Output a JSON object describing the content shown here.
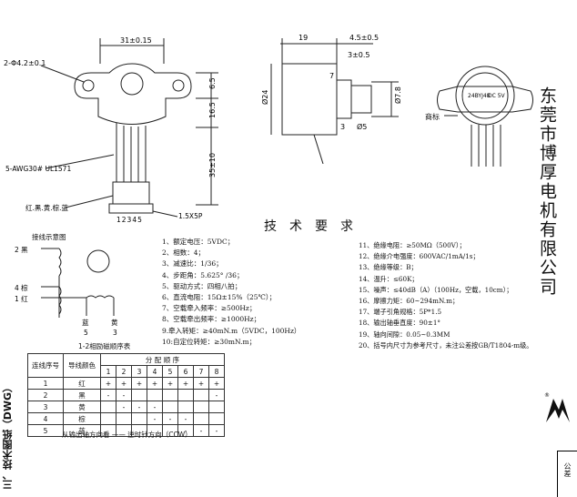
{
  "company": "东莞市博厚电机有限公司",
  "section_label": "三、技术图纸（DWG）",
  "corner_label": "公差",
  "front_view": {
    "dim_width": "31±0.15",
    "dim_holes": "2-Φ4.2±0.1",
    "dim_6_5": "6.5",
    "dim_16_5": "16.5",
    "dim_35": "35±10",
    "wire_spec": "5-AWG30# UL1571",
    "wire_colors": "红.黑.黄.棕.蓝",
    "connector": "1.5X5P",
    "pins": "12345"
  },
  "side_view": {
    "dim_19": "19",
    "dim_4_5": "4.5±0.5",
    "dim_3": "3±0.5",
    "dim_7": "7",
    "dim_24": "Ø24",
    "dim_3_flat": "3",
    "dim_5": "Ø5",
    "dim_7_8": "Ø7.8"
  },
  "label_view": {
    "mark_label": "商标",
    "motor_model": "24BYJ48",
    "voltage": "DC 5V"
  },
  "wiring": {
    "title": "接线示意图",
    "lead_2": "2 黑",
    "lead_4": "4 棕",
    "lead_1": "1 红",
    "lead_5_color": "蓝",
    "lead_5_num": "5",
    "lead_3_color": "黄",
    "lead_3_num": "3",
    "mode": "1-2相励磁顺序表"
  },
  "spec_title": "技术要求",
  "specs_left": [
    "1、额定电压：5VDC；",
    "2、相数：4；",
    "3、减速比：1/36；",
    "4、步距角：5.625° /36；",
    "5、驱动方式：四相八拍；",
    "6、直流电阻：15Ω±15%（25℃）；",
    "7、空载牵入频率：≥500Hz；",
    "8、空载牵出频率：≥1000Hz；",
    "9.牵入转矩：≥40mN.m（5VDC，100Hz）",
    "10:自定位转矩：≥30mN.m；"
  ],
  "specs_right": [
    "11、绝缘电阻：≥50MΩ（500V）；",
    "12、绝缘介电强度：600VAC/1mA/1s；",
    "13、绝缘等级：B；",
    "14、温升：≤60K；",
    "15、噪声：≤40dB（A）（100Hz，空载，10cm）；",
    "16、摩擦力矩：60~294mN.m；",
    "17、端子引角规格：5P*1.5",
    "18、输出轴垂直度：90±1°",
    "19、轴向间隙：0.05~0.3MM",
    "20、括号内尺寸为参考尺寸，未注公差按GB/T1804-m级。"
  ],
  "sequence_table": {
    "h_order": "连线序号",
    "h_color": "导线颜色",
    "h_sequence": "分 配 顺 序",
    "steps": [
      "1",
      "2",
      "3",
      "4",
      "5",
      "6",
      "7",
      "8"
    ],
    "rows": [
      {
        "num": "1",
        "color": "红",
        "cells": [
          "+",
          "+",
          "+",
          "+",
          "+",
          "+",
          "+",
          "+"
        ]
      },
      {
        "num": "2",
        "color": "黑",
        "cells": [
          "-",
          "-",
          "",
          "",
          "",
          "",
          "",
          "-"
        ]
      },
      {
        "num": "3",
        "color": "黄",
        "cells": [
          "",
          "-",
          "-",
          "-",
          "",
          "",
          "",
          ""
        ]
      },
      {
        "num": "4",
        "color": "棕",
        "cells": [
          "",
          "",
          "",
          "-",
          "-",
          "-",
          "",
          ""
        ]
      },
      {
        "num": "5",
        "color": "蓝",
        "cells": [
          "",
          "",
          "",
          "",
          "",
          "-",
          "-",
          "-"
        ]
      }
    ]
  },
  "footer_note": "从输出轴方向看 —— 逆时针方向（CCW）"
}
